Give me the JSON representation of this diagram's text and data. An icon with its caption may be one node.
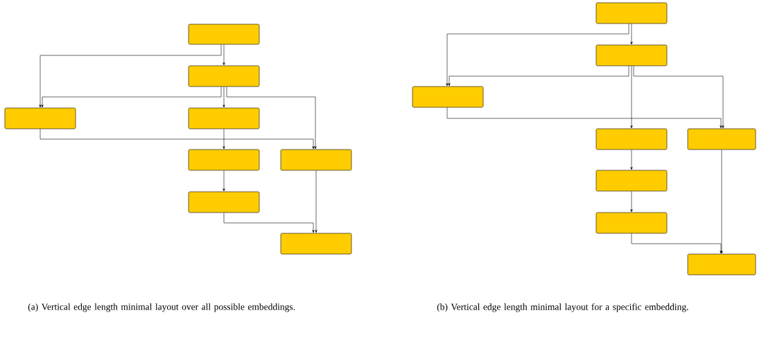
{
  "diagram": {
    "nodes": [
      {
        "text": [],
        "shape": "box"
      },
      {
        "text": [],
        "shape": "box"
      },
      {
        "text": [],
        "shape": "box"
      },
      {
        "text": [],
        "shape": "box"
      },
      {
        "text": [],
        "shape": "box"
      },
      {
        "text": [],
        "shape": "box"
      },
      {
        "text": [],
        "shape": "box"
      },
      {
        "text": [],
        "shape": "box"
      },
      {
        "text": [],
        "shape": "box"
      },
      {
        "text": [],
        "shape": "box"
      },
      {
        "text": [],
        "shape": "box"
      },
      {
        "text": [],
        "shape": "box"
      },
      {
        "text": [],
        "shape": "box"
      },
      {
        "text": [],
        "shape": "box"
      },
      {
        "text": [],
        "shape": "box"
      },
      {
        "text": [],
        "shape": "box"
      }
    ],
    "edges": [
      {
        "from": 0,
        "to": 1,
        "arrow": "to"
      },
      {
        "from": 0,
        "to": 2,
        "arrow": "to"
      },
      {
        "from": 1,
        "to": 2,
        "arrow": "to"
      },
      {
        "from": 1,
        "to": 3,
        "arrow": "to"
      },
      {
        "from": 1,
        "to": 5,
        "arrow": "to"
      },
      {
        "from": 2,
        "to": 5,
        "arrow": "to"
      },
      {
        "from": 3,
        "to": 4,
        "arrow": "to"
      },
      {
        "from": 4,
        "to": 6,
        "arrow": "to"
      },
      {
        "from": 6,
        "to": 7,
        "arrow": "to"
      },
      {
        "from": 5,
        "to": 7,
        "arrow": "to"
      },
      {
        "from": 8,
        "to": 9,
        "arrow": "to"
      },
      {
        "from": 8,
        "to": 10,
        "arrow": "to"
      },
      {
        "from": 9,
        "to": 10,
        "arrow": "to"
      },
      {
        "from": 9,
        "to": 11,
        "arrow": "to"
      },
      {
        "from": 9,
        "to": 12,
        "arrow": "to"
      },
      {
        "from": 10,
        "to": 12,
        "arrow": "to"
      },
      {
        "from": 11,
        "to": 13,
        "arrow": "to"
      },
      {
        "from": 13,
        "to": 14,
        "arrow": "to"
      },
      {
        "from": 14,
        "to": 15,
        "arrow": "to"
      },
      {
        "from": 12,
        "to": 15,
        "arrow": "to"
      }
    ],
    "labels": [
      "(a) Vertical edge length minimal layout over all possible embeddings.",
      "(b) Vertical edge length minimal layout for a specific embedding."
    ]
  }
}
